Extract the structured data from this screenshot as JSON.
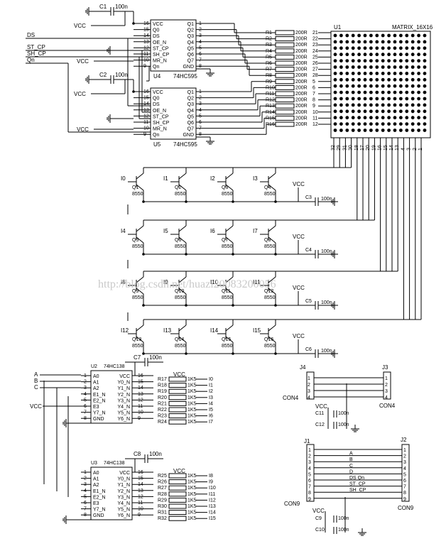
{
  "watermark": "http://blog.csdn.net/huazi20083200056",
  "signals": [
    "DS",
    "ST_CP",
    "SH_CP",
    "Qn"
  ],
  "vcc": "VCC",
  "gnd": "GND",
  "cap_value": "100n",
  "res200": "200R",
  "res1k5": "1K5",
  "transistor_part": "8550",
  "decoder_part": "74HC138",
  "shift_part": "74HC595",
  "matrix": {
    "ref": "U1",
    "label": "MATRIX_16X16"
  },
  "shift_regs": [
    {
      "ref": "U4",
      "caps": "C1",
      "left": [
        "VCC",
        "Q0",
        "DS",
        "OE_N",
        "ST_CP",
        "SH_CP",
        "MR_N",
        "Qn"
      ],
      "lp": [
        "16",
        "15",
        "14",
        "13",
        "12",
        "11",
        "10",
        "9"
      ],
      "right": [
        "Q1",
        "Q2",
        "Q3",
        "Q4",
        "Q5",
        "Q6",
        "Q7",
        "GND"
      ],
      "rp": [
        "1",
        "2",
        "3",
        "4",
        "5",
        "6",
        "7",
        "8"
      ]
    },
    {
      "ref": "U5",
      "caps": "C2",
      "left": [
        "VCC",
        "Q0",
        "DS",
        "OE_N",
        "ST_CP",
        "SH_CP",
        "MR_N",
        "Qn"
      ],
      "lp": [
        "16",
        "15",
        "14",
        "13",
        "12",
        "11",
        "10",
        "9"
      ],
      "right": [
        "Q1",
        "Q2",
        "Q3",
        "Q4",
        "Q5",
        "Q6",
        "Q7",
        "GND"
      ],
      "rp": [
        "1",
        "2",
        "3",
        "4",
        "5",
        "6",
        "7",
        "8"
      ]
    }
  ],
  "row_resistors": [
    "R1",
    "R2",
    "R3",
    "R4",
    "R5",
    "R6",
    "R7",
    "R8",
    "R9",
    "R10",
    "R11",
    "R12",
    "R13",
    "R14",
    "R15",
    "R16"
  ],
  "row_pins": [
    "21",
    "22",
    "23",
    "24",
    "25",
    "26",
    "27",
    "28",
    "5",
    "6",
    "7",
    "8",
    "9",
    "10",
    "11",
    "12"
  ],
  "col_pins": [
    "32",
    "29",
    "31",
    "30",
    "18",
    "17",
    "20",
    "19",
    "16",
    "15",
    "14",
    "13",
    "4",
    "3",
    "2",
    "1"
  ],
  "transistors": [
    {
      "ref": "Q1",
      "in": "I0"
    },
    {
      "ref": "Q2",
      "in": "I1"
    },
    {
      "ref": "Q3",
      "in": "I2"
    },
    {
      "ref": "Q4",
      "in": "I3"
    },
    {
      "ref": "Q5",
      "in": "I4"
    },
    {
      "ref": "Q6",
      "in": "I5"
    },
    {
      "ref": "Q7",
      "in": "I6"
    },
    {
      "ref": "Q8",
      "in": "I7"
    },
    {
      "ref": "Q9",
      "in": "I8"
    },
    {
      "ref": "Q10",
      "in": "I9"
    },
    {
      "ref": "Q11",
      "in": "I10"
    },
    {
      "ref": "Q12",
      "in": "I11"
    },
    {
      "ref": "Q13",
      "in": "I12"
    },
    {
      "ref": "Q14",
      "in": "I13"
    },
    {
      "ref": "Q15",
      "in": "I14"
    },
    {
      "ref": "Q16",
      "in": "I15"
    }
  ],
  "row_caps": [
    "C3",
    "C4",
    "C5",
    "C6"
  ],
  "decoders": [
    {
      "ref": "U2",
      "cap": "C7",
      "left": [
        "A0",
        "A1",
        "A2",
        "E1_N",
        "E2_N",
        "E3",
        "Y7_N",
        "GND"
      ],
      "lp": [
        "1",
        "2",
        "3",
        "4",
        "5",
        "6",
        "7",
        "8"
      ],
      "right": [
        "VCC",
        "Y0_N",
        "Y1_N",
        "Y2_N",
        "Y3_N",
        "Y4_N",
        "Y5_N",
        "Y6_N"
      ],
      "rp": [
        "16",
        "15",
        "14",
        "13",
        "12",
        "11",
        "10",
        "9"
      ],
      "res": [
        "R17",
        "R18",
        "R19",
        "R20",
        "R21",
        "R22",
        "R23",
        "R24"
      ],
      "out": [
        "I0",
        "I1",
        "I2",
        "I3",
        "I4",
        "I5",
        "I6",
        "I7"
      ]
    },
    {
      "ref": "U3",
      "cap": "C8",
      "left": [
        "A0",
        "A1",
        "A2",
        "E1_N",
        "E2_N",
        "E3",
        "Y7_N",
        "GND"
      ],
      "lp": [
        "1",
        "2",
        "3",
        "4",
        "5",
        "6",
        "7",
        "8"
      ],
      "right": [
        "VCC",
        "Y0_N",
        "Y1_N",
        "Y2_N",
        "Y3_N",
        "Y4_N",
        "Y5_N",
        "Y6_N"
      ],
      "rp": [
        "16",
        "15",
        "14",
        "13",
        "12",
        "11",
        "10",
        "9"
      ],
      "res": [
        "R25",
        "R26",
        "R27",
        "R28",
        "R29",
        "R30",
        "R31",
        "R32"
      ],
      "out": [
        "I8",
        "I9",
        "I10",
        "I11",
        "I12",
        "I13",
        "I14",
        "I15"
      ]
    }
  ],
  "addr_lines": [
    "A",
    "B",
    "C",
    "D"
  ],
  "con4": {
    "left": "J4",
    "right": "J3",
    "label": "CON4",
    "pins": [
      "1",
      "2",
      "3",
      "4"
    ],
    "caps": [
      "C11",
      "C12"
    ]
  },
  "con9": {
    "left": "J1",
    "right": "J2",
    "label": "CON9",
    "pins": [
      "1",
      "2",
      "3",
      "4",
      "5",
      "6",
      "7",
      "8",
      "9"
    ],
    "nets": [
      "",
      "A",
      "B",
      "C",
      "D",
      "DS   Qn",
      "ST_CP",
      "SH_CP",
      ""
    ],
    "caps": [
      "C9",
      "C10"
    ]
  }
}
